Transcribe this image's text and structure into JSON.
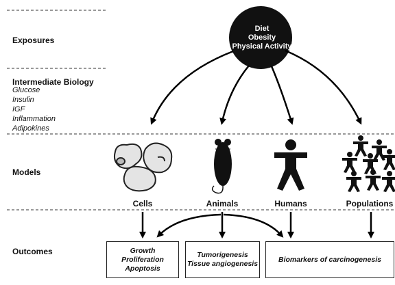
{
  "rows": {
    "exposures": "Exposures",
    "intermediate": "Intermediate Biology",
    "intermediate_items": [
      "Glucose",
      "Insulin",
      "IGF",
      "Inflammation",
      "Adipokines"
    ],
    "models": "Models",
    "outcomes": "Outcomes"
  },
  "exposure_node": [
    "Diet",
    "Obesity",
    "Physical Activity"
  ],
  "model_labels": {
    "cells": "Cells",
    "animals": "Animals",
    "humans": "Humans",
    "populations": "Populations"
  },
  "outcome_boxes": {
    "growth": [
      "Growth",
      "Proliferation",
      "Apoptosis"
    ],
    "tumor": [
      "Tumorigenesis",
      "Tissue angiogenesis"
    ],
    "biomarkers": [
      "Biomarkers of carcinogenesis"
    ]
  },
  "icons": [
    "cells-icon",
    "mouse-icon",
    "human-figure-icon",
    "population-icon"
  ]
}
